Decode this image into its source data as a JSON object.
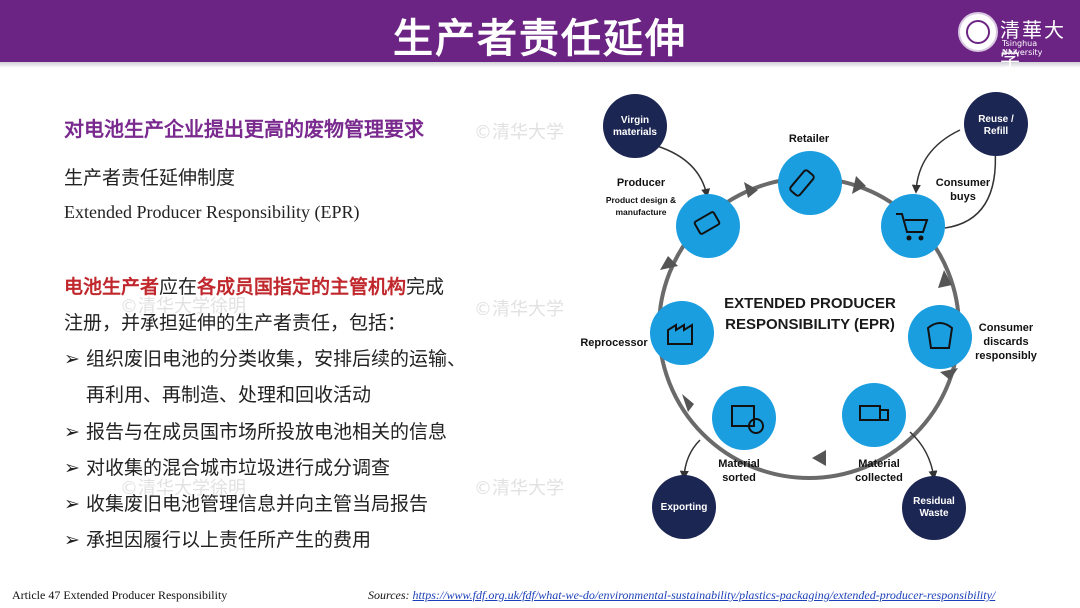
{
  "header": {
    "title": "生产者责任延伸",
    "logo_name": "清華大学",
    "logo_sub": "Tsinghua University"
  },
  "left": {
    "heading": "对电池生产企业提出更高的废物管理要求",
    "line1": "生产者责任延伸制度",
    "line2": "Extended Producer Responsibility  (EPR)",
    "para_red1": "电池生产者",
    "para_mid1": "应在",
    "para_red2": "各成员国指定的主管机构",
    "para_mid2": "完成",
    "para_line2": "注册，并承担延伸的生产者责任，包括：",
    "bullets": [
      "组织废旧电池的分类收集，安排后续的运输、",
      "再利用、再制造、处理和回收活动",
      "报告与在成员国市场所投放电池相关的信息",
      "对收集的混合城市垃圾进行成分调查",
      "收集废旧电池管理信息并向主管当局报告",
      "承担因履行以上责任所产生的费用"
    ],
    "bullet_symbol": "➢"
  },
  "watermarks": [
    "©清华大学",
    "©清华大学徐明",
    "©清华大学",
    "©清华大学徐明",
    "©清华大学"
  ],
  "diagram": {
    "center_line1": "EXTENDED PRODUCER",
    "center_line2": "RESPONSIBILITY (EPR)",
    "colors": {
      "blue": "#1a9ee0",
      "navy": "#1c2653",
      "arrow": "#555555"
    },
    "nodes": {
      "retailer": "Retailer",
      "consumer_buys_1": "Consumer",
      "consumer_buys_2": "buys",
      "consumer_discards_1": "Consumer",
      "consumer_discards_2": "discards",
      "consumer_discards_3": "responsibly",
      "material_collected_1": "Material",
      "material_collected_2": "collected",
      "material_sorted_1": "Material",
      "material_sorted_2": "sorted",
      "reprocessor": "Reprocessor",
      "producer": "Producer",
      "producer_sub1": "Product design &",
      "producer_sub2": "manufacture"
    },
    "outer": {
      "virgin_1": "Virgin",
      "virgin_2": "materials",
      "reuse_1": "Reuse /",
      "reuse_2": "Refill",
      "exporting": "Exporting",
      "residual_1": "Residual",
      "residual_2": "Waste"
    }
  },
  "footer": {
    "left": "Article  47 Extended  Producer  Responsibility",
    "sources_label": "Sources:",
    "sources_url": "https://www.fdf.org.uk/fdf/what-we-do/environmental-sustainability/plastics-packaging/extended-producer-responsibility/"
  }
}
